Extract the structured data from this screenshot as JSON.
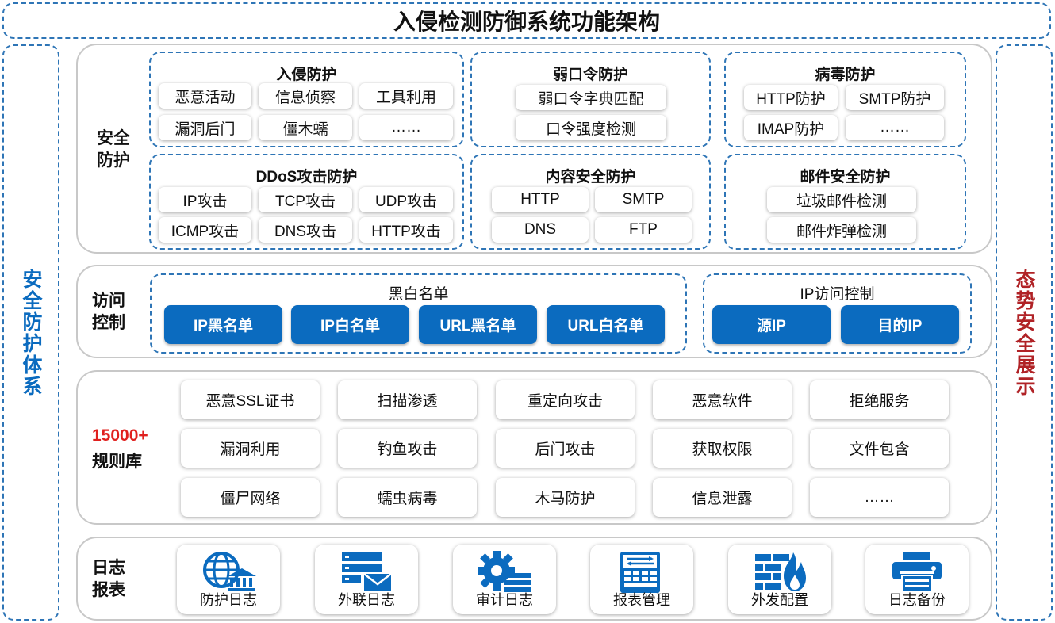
{
  "title": "入侵检测防御系统功能架构",
  "left_side": "安全防护体系",
  "right_side": "态势安全展示",
  "colors": {
    "accent_blue": "#0b6bbf",
    "left_side_text": "#0b6bbf",
    "right_side_text": "#b02226",
    "rules_count_red": "#e0201e",
    "dash_border": "#2e75b6"
  },
  "security": {
    "label": "安全\n防护",
    "groups": {
      "intrusion": {
        "title": "入侵防护",
        "items": [
          "恶意活动",
          "信息侦察",
          "工具利用",
          "漏洞后门",
          "僵木蠕",
          "……"
        ]
      },
      "weak_password": {
        "title": "弱口令防护",
        "items": [
          "弱口令字典匹配",
          "口令强度检测"
        ]
      },
      "virus": {
        "title": "病毒防护",
        "items": [
          "HTTP防护",
          "SMTP防护",
          "IMAP防护",
          "……"
        ]
      },
      "ddos": {
        "title": "DDoS攻击防护",
        "items": [
          "IP攻击",
          "TCP攻击",
          "UDP攻击",
          "ICMP攻击",
          "DNS攻击",
          "HTTP攻击"
        ]
      },
      "content": {
        "title": "内容安全防护",
        "items": [
          "HTTP",
          "SMTP",
          "DNS",
          "FTP"
        ]
      },
      "mail": {
        "title": "邮件安全防护",
        "items": [
          "垃圾邮件检测",
          "邮件炸弹检测"
        ]
      }
    }
  },
  "access": {
    "label": "访问\n控制",
    "blacklist": {
      "title": "黑白名单",
      "items": [
        "IP黑名单",
        "IP白名单",
        "URL黑名单",
        "URL白名单"
      ]
    },
    "ip_control": {
      "title": "IP访问控制",
      "items": [
        "源IP",
        "目的IP"
      ]
    }
  },
  "rules": {
    "count": "15000+",
    "label": "规则库",
    "items": [
      "恶意SSL证书",
      "扫描渗透",
      "重定向攻击",
      "恶意软件",
      "拒绝服务",
      "漏洞利用",
      "钓鱼攻击",
      "后门攻击",
      "获取权限",
      "文件包含",
      "僵尸网络",
      "蠕虫病毒",
      "木马防护",
      "信息泄露",
      "……"
    ]
  },
  "logs": {
    "label": "日志\n报表",
    "items": [
      {
        "label": "防护日志",
        "icon": "globe-bank-icon"
      },
      {
        "label": "外联日志",
        "icon": "server-mail-icon"
      },
      {
        "label": "审计日志",
        "icon": "gear-list-icon"
      },
      {
        "label": "报表管理",
        "icon": "report-icon"
      },
      {
        "label": "外发配置",
        "icon": "firewall-icon"
      },
      {
        "label": "日志备份",
        "icon": "printer-icon"
      }
    ]
  }
}
